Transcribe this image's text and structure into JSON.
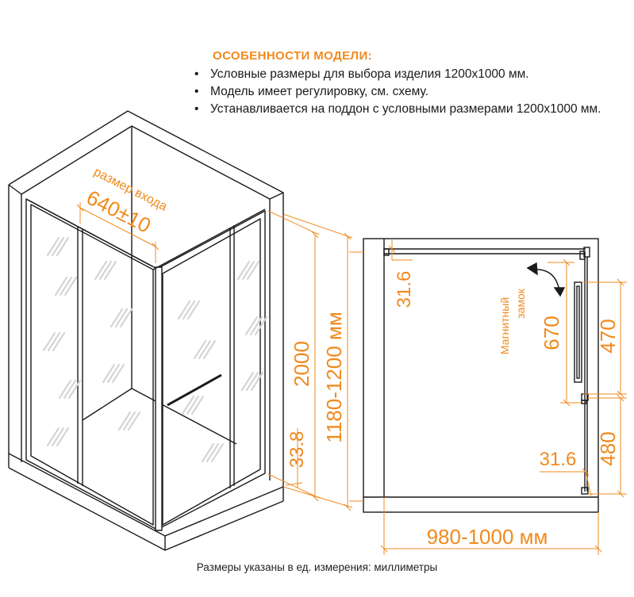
{
  "features": {
    "title": "ОСОБЕННОСТИ МОДЕЛИ:",
    "items": [
      "Условные размеры для выбора изделия 1200х1000 мм.",
      "Модель имеет регулировку, см. схему.",
      "Устанавливается на поддон с условными размерами 1200х1000 мм."
    ]
  },
  "perspective": {
    "entrance_label": "размер входа",
    "entrance_value": "640±10",
    "height": "2000",
    "width_range": "1180-1200 мм",
    "bottom_gap": "33.8"
  },
  "plan": {
    "top_offset": "31.6",
    "magnet_label_line1": "Магнитный",
    "magnet_label_line2": "замок",
    "door_height": "670",
    "handle_height": "470",
    "lower_height": "480",
    "bottom_offset": "31.6",
    "width_range": "980-1000 мм"
  },
  "footnote": "Размеры указаны в ед. измерения: миллиметры",
  "colors": {
    "accent": "#f08a1d",
    "line": "#1a1a1a",
    "hatch": "#d9d9d9"
  }
}
